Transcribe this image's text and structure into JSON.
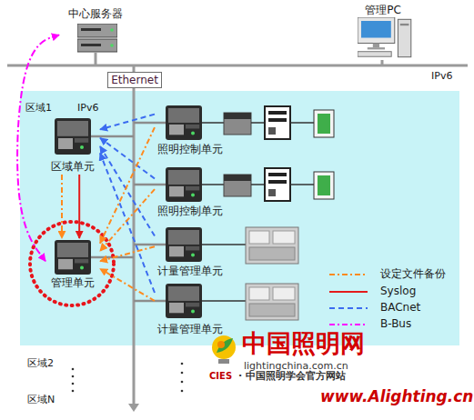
{
  "diagram": {
    "nodes": [
      {
        "text": [
          "中心服务器"
        ]
      },
      {
        "text": [
          "管理PC"
        ]
      },
      {
        "text": [
          "Ethernet"
        ]
      },
      {
        "text": [
          "区域1",
          "IPv6"
        ]
      },
      {
        "text": [
          "区域单元"
        ],
        "in": 3
      },
      {
        "text": [
          "照明控制单元"
        ],
        "in": 3
      },
      {
        "text": [
          "照明控制单元"
        ],
        "in": 3
      },
      {
        "text": [
          "管理单元"
        ],
        "in": 3
      },
      {
        "text": [
          "计量管理单元"
        ],
        "in": 3
      },
      {
        "text": [
          "计量管理单元"
        ],
        "in": 3
      }
    ],
    "edges": [
      {
        "from": 0,
        "to": 7,
        "arrow": "both"
      },
      {
        "from": 4,
        "to": 7,
        "arrow": "to"
      },
      {
        "from": 4,
        "to": 7,
        "arrow": "to"
      },
      {
        "from": 5,
        "to": 4,
        "arrow": "to"
      },
      {
        "from": 6,
        "to": 4,
        "arrow": "to"
      },
      {
        "from": 8,
        "to": 4,
        "arrow": "to"
      },
      {
        "from": 9,
        "to": 4,
        "arrow": "to"
      },
      {
        "from": 5,
        "to": 7,
        "arrow": "to"
      },
      {
        "from": 6,
        "to": 7,
        "arrow": "to"
      },
      {
        "from": 8,
        "to": 7,
        "arrow": "to"
      },
      {
        "from": 9,
        "to": 7,
        "arrow": "to"
      }
    ],
    "labels": [
      "IPv6",
      "区域2",
      "区域N",
      "中国照明网",
      "lightingchina.com.cn",
      "CIES",
      "· 中国照明学会官方网站",
      "www.Alighting.cn"
    ],
    "legend": [
      {
        "text": "设定文件备份"
      },
      {
        "text": "Syslog"
      },
      {
        "text": "BACnet"
      },
      {
        "text": "B-Bus"
      }
    ]
  }
}
